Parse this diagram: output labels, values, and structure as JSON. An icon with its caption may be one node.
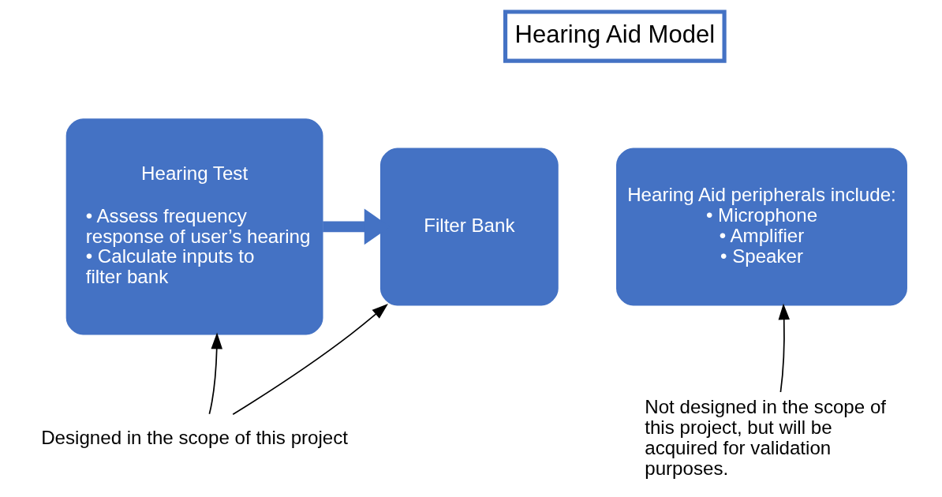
{
  "diagram": {
    "nodes": [
      {
        "text": [
          "Hearing Test",
          "• Assess frequency response of user’s hearing",
          "• Calculate inputs to filter bank"
        ]
      },
      {
        "text": [
          "Filter Bank"
        ]
      },
      {
        "text": [
          "Hearing Aid peripherals include:",
          "• Microphone",
          "• Amplifier",
          "• Speaker"
        ]
      },
      {
        "text": [
          "Hearing Aid Model"
        ]
      },
      {
        "text": [
          "Designed in the scope of this project"
        ]
      },
      {
        "text": [
          "Not designed in the scope of this project, but will be acquired for validation purposes."
        ]
      }
    ],
    "edges": [
      {
        "from": 0,
        "to": 1,
        "arrow": "to",
        "style": "thick",
        "color": "#4472c4"
      },
      {
        "from": 4,
        "to": 0,
        "arrow": "to"
      },
      {
        "from": 4,
        "to": 1,
        "arrow": "to"
      },
      {
        "from": 5,
        "to": 2,
        "arrow": "to"
      }
    ]
  }
}
